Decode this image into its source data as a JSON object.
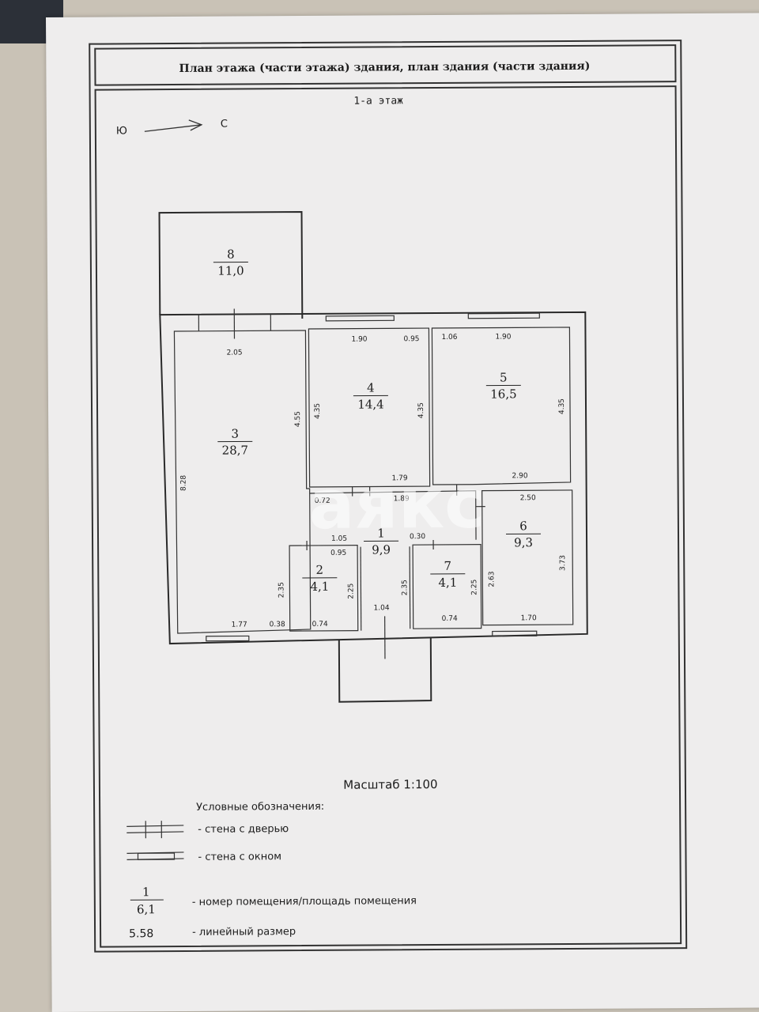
{
  "header": {
    "title": "План этажа (части этажа) здания, план здания (части здания)"
  },
  "plan": {
    "floor_label": "1-а этаж",
    "compass": {
      "from": "Ю",
      "to": "С"
    },
    "rooms": [
      {
        "number": "8",
        "area": "11,0"
      },
      {
        "number": "3",
        "area": "28,7"
      },
      {
        "number": "4",
        "area": "14,4"
      },
      {
        "number": "5",
        "area": "16,5"
      },
      {
        "number": "6",
        "area": "9,3"
      },
      {
        "number": "1",
        "area": "9,9"
      },
      {
        "number": "2",
        "area": "4,1"
      },
      {
        "number": "7",
        "area": "4,1"
      }
    ],
    "dimensions": {
      "d205": "2.05",
      "d190a": "1.90",
      "d095a": "0.95",
      "d106": "1.06",
      "d190b": "1.90",
      "d455": "4.55",
      "d435a": "4.35",
      "d435b": "4.35",
      "d435c": "4.35",
      "d828": "8.28",
      "d179": "1.79",
      "d290": "2.90",
      "d072": "0.72",
      "d189": "1.89",
      "d250": "2.50",
      "d105": "1.05",
      "d095b": "0.95",
      "d030": "0.30",
      "d235a": "2.35",
      "d225a": "2.25",
      "d235b": "2.35",
      "d225b": "2.25",
      "d263": "2.63",
      "d373": "3.73",
      "d177": "1.77",
      "d038": "0.38",
      "d074a": "0.74",
      "d104": "1.04",
      "d074b": "0.74",
      "d170": "1.70"
    }
  },
  "scale": "Масштаб 1:100",
  "legend": {
    "title": "Условные обозначения:",
    "door_wall": "- стена с дверью",
    "window_wall": "- стена с окном",
    "sample_number": "1",
    "sample_area": "6,1",
    "room_label_desc": "- номер помещения/площадь помещения",
    "sample_dim": "5.58",
    "dim_desc": "- линейный размер"
  },
  "watermark": "аякс"
}
